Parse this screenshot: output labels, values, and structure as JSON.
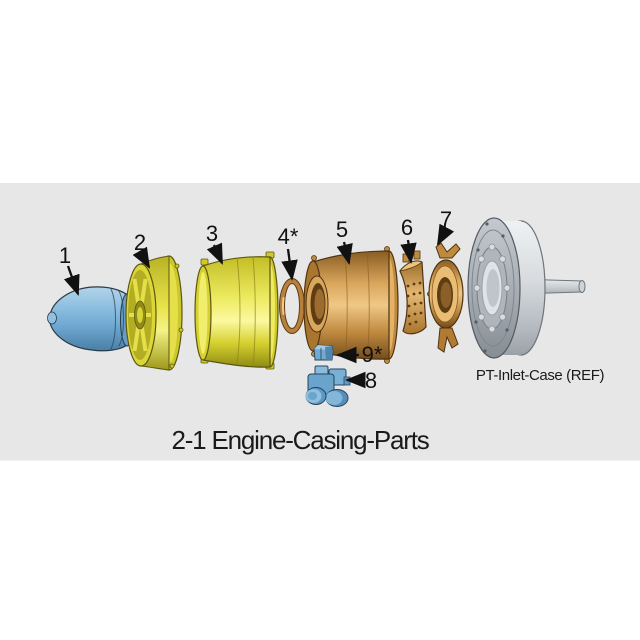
{
  "figure": {
    "caption": "2-1 Engine-Casing-Parts",
    "reference_label": "PT-Inlet-Case (REF)"
  },
  "callouts": [
    {
      "label": "1",
      "part": "nose-cone"
    },
    {
      "label": "2",
      "part": "fan-frame-ring"
    },
    {
      "label": "3",
      "part": "front-casing"
    },
    {
      "label": "4*",
      "part": "seal-ring"
    },
    {
      "label": "5",
      "part": "main-casing"
    },
    {
      "label": "6",
      "part": "perforated-liner"
    },
    {
      "label": "7",
      "part": "bearing-flange"
    },
    {
      "label": "9*",
      "part": "clamp-block"
    },
    {
      "label": "8",
      "part": "pump-assembly"
    }
  ],
  "colors": {
    "background": "#ffffff",
    "canvas_band": "#e7e7e7",
    "part_blue": "#7db4da",
    "part_yellow": "#e6e03e",
    "part_copper": "#d49a4e",
    "case_gray": "#c9ced3",
    "annotation": "#111111"
  }
}
